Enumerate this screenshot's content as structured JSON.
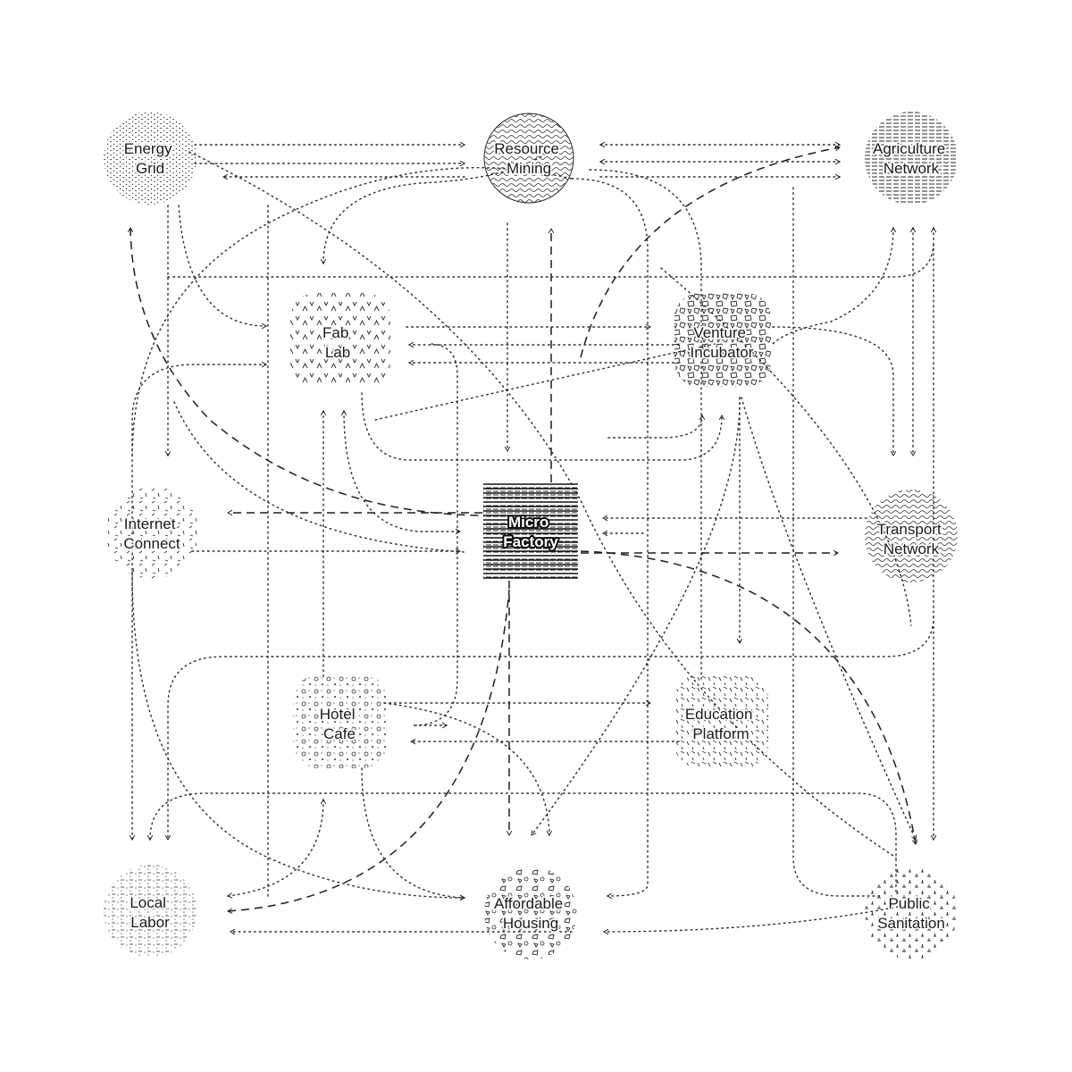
{
  "diagram": {
    "nodes": {
      "energy_grid": {
        "lines": [
          "Energy",
          "Grid"
        ]
      },
      "resource_mining": {
        "lines": [
          "Resource",
          "Mining"
        ]
      },
      "agriculture_network": {
        "lines": [
          "Agriculture",
          "Network"
        ]
      },
      "fab_lab": {
        "lines": [
          "Fab",
          "Lab"
        ]
      },
      "venture_incubator": {
        "lines": [
          "Venture",
          "Incubator"
        ]
      },
      "internet_connect": {
        "lines": [
          "Internet",
          "Connect"
        ]
      },
      "micro_factory": {
        "lines": [
          "Micro",
          "Factory"
        ]
      },
      "transport_network": {
        "lines": [
          "Transport",
          "Network"
        ]
      },
      "hotel_cafe": {
        "lines": [
          "Hotel",
          "Cafe"
        ]
      },
      "education_platform": {
        "lines": [
          "Education",
          "Platform"
        ]
      },
      "local_labor": {
        "lines": [
          "Local",
          "Labor"
        ]
      },
      "affordable_housing": {
        "lines": [
          "Affordable",
          "Housing"
        ]
      },
      "public_sanitation": {
        "lines": [
          "Public",
          "Sanitation"
        ]
      }
    },
    "colors": {
      "ink": "#1a1a1a",
      "background": "#ffffff"
    }
  }
}
